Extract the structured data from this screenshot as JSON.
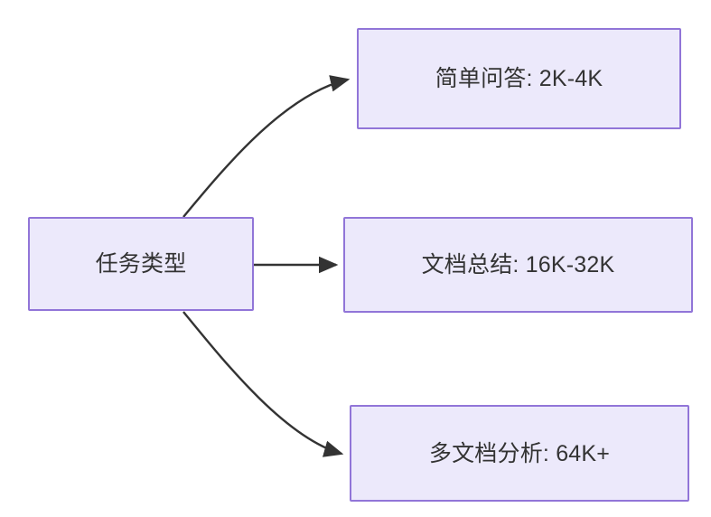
{
  "diagram": {
    "title": "任务类型",
    "nodes": [
      {
        "id": "root",
        "label": "任务类型"
      },
      {
        "id": "simple",
        "label": "简单问答: 2K-4K"
      },
      {
        "id": "doc",
        "label": "文档总结: 16K-32K"
      },
      {
        "id": "multi",
        "label": "多文档分析: 64K+"
      }
    ],
    "edges": [
      {
        "from": "root",
        "to": "simple",
        "label": "",
        "style": "curved-arrow"
      },
      {
        "from": "root",
        "to": "doc",
        "label": "",
        "style": "straight-arrow"
      },
      {
        "from": "root",
        "to": "multi",
        "label": "",
        "style": "curved-arrow"
      }
    ],
    "colors": {
      "node_fill": "#ece9fb",
      "node_border": "#9175d8",
      "text": "#333333",
      "edge": "#333333",
      "background": "#ffffff"
    }
  }
}
